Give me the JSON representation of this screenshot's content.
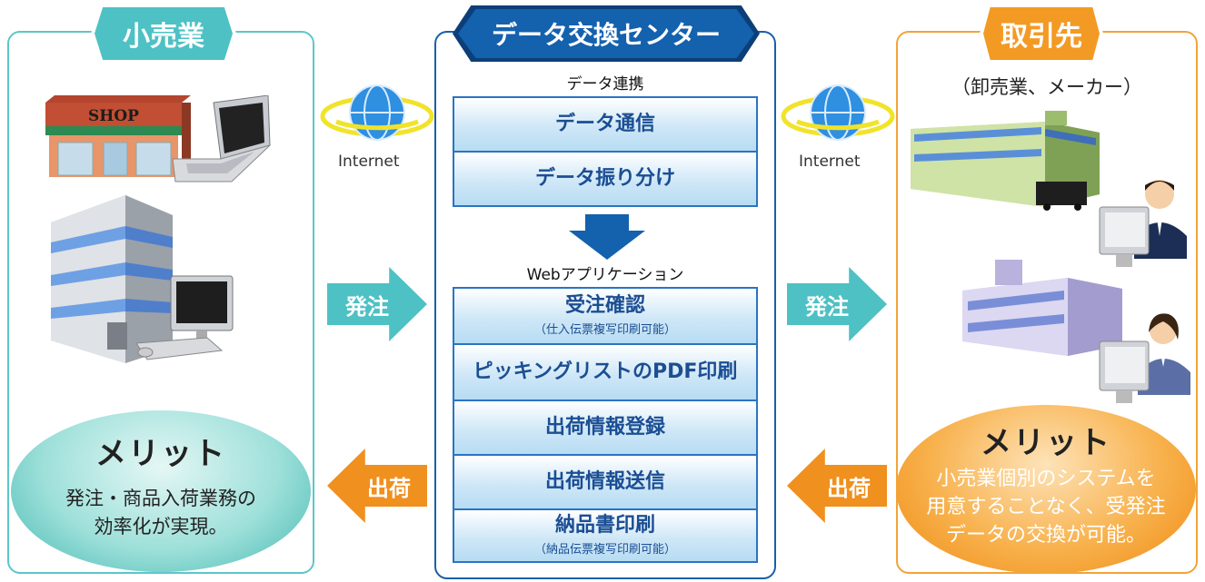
{
  "left": {
    "header": "小売業",
    "merit_title": "メリット",
    "merit_lines": [
      "発注・商品入荷業務の",
      "効率化が実現。"
    ],
    "shop_sign": "SHOP"
  },
  "center": {
    "header": "データ交換センター",
    "section1": "データ連携",
    "items1": [
      "データ通信",
      "データ振り分け"
    ],
    "section2": "Webアプリケーション",
    "items2": [
      {
        "main": "受注確認",
        "sub": "（仕入伝票複写印刷可能）"
      },
      {
        "main": "ピッキングリストのPDF印刷",
        "sub": ""
      },
      {
        "main": "出荷情報登録",
        "sub": ""
      },
      {
        "main": "出荷情報送信",
        "sub": ""
      },
      {
        "main": "納品書印刷",
        "sub": "（納品伝票複写印刷可能）"
      }
    ]
  },
  "right": {
    "header": "取引先",
    "subtitle": "（卸売業、メーカー）",
    "merit_title": "メリット",
    "merit_lines": [
      "小売業個別のシステムを",
      "用意することなく、受発注",
      "データの交換が可能。"
    ]
  },
  "arrows": {
    "order_left": "発注",
    "order_right": "発注",
    "ship_left": "出荷",
    "ship_right": "出荷"
  },
  "internet": {
    "left": "Internet",
    "right": "Internet"
  },
  "colors": {
    "teal": "#4ec1c4",
    "blue": "#1461ae",
    "orange": "#f39a24"
  }
}
